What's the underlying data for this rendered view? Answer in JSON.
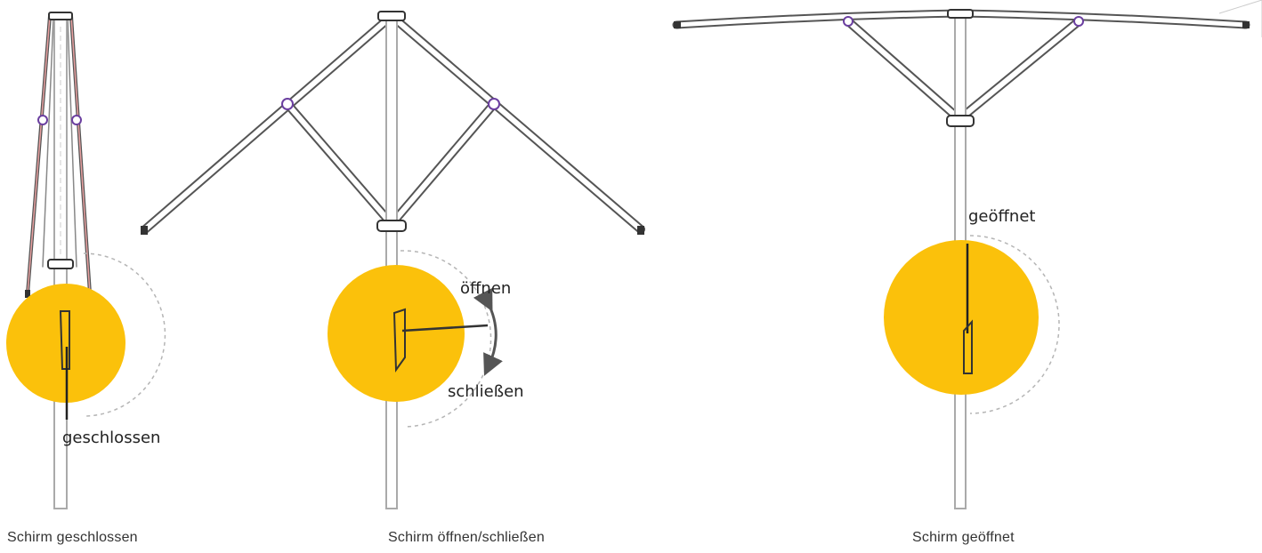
{
  "colors": {
    "disc": "#FBC10B",
    "frame": "#555555",
    "pole": "#aaaaaa",
    "joint": "#6b3fa0",
    "cover": "#e8a0a0",
    "arc": "#b5b5b5",
    "arrow": "#555555"
  },
  "panels": [
    {
      "id": "closed",
      "state_label": "geschlossen",
      "caption": "Schirm geschlossen"
    },
    {
      "id": "open-close",
      "open_label": "öffnen",
      "close_label": "schließen",
      "caption": "Schirm öffnen/schließen"
    },
    {
      "id": "opened",
      "state_label": "geöffnet",
      "caption": "Schirm geöffnet"
    }
  ]
}
